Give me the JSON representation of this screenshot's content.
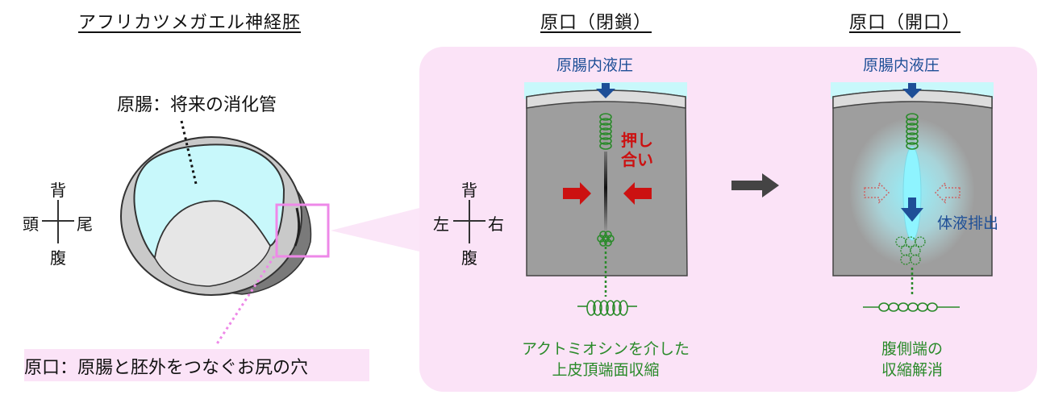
{
  "headings": {
    "left": "アフリカツメガエル神経胚",
    "middle": "原口（閉鎖）",
    "right": "原口（開口）"
  },
  "embryo": {
    "archenteron_label": "原腸：将来の消化管",
    "blastopore_label": "原口：原腸と胚外をつなぐお尻の穴",
    "axis": {
      "top": "背",
      "bottom": "腹",
      "left": "頭",
      "right": "尾"
    }
  },
  "closed": {
    "pressure_label": "原腸内液圧",
    "push_label_line1": "押し",
    "push_label_line2": "合い",
    "caption_line1": "アクトミオシンを介した",
    "caption_line2": "上皮頂端面収縮",
    "axis": {
      "top": "背",
      "bottom": "腹",
      "left": "左",
      "right": "右"
    }
  },
  "open": {
    "pressure_label": "原腸内液圧",
    "discharge_label": "体液排出",
    "caption_line1": "腹側端の",
    "caption_line2": "収縮解消"
  },
  "colors": {
    "panel_bg": "#fbe3f7",
    "lumen": "#c8f8fb",
    "tissue": "#9e9e9e",
    "heading_blue": "#1e4f97",
    "green": "#2a8a2a",
    "red": "#cc1111",
    "magenta_box": "#ee88e8"
  }
}
